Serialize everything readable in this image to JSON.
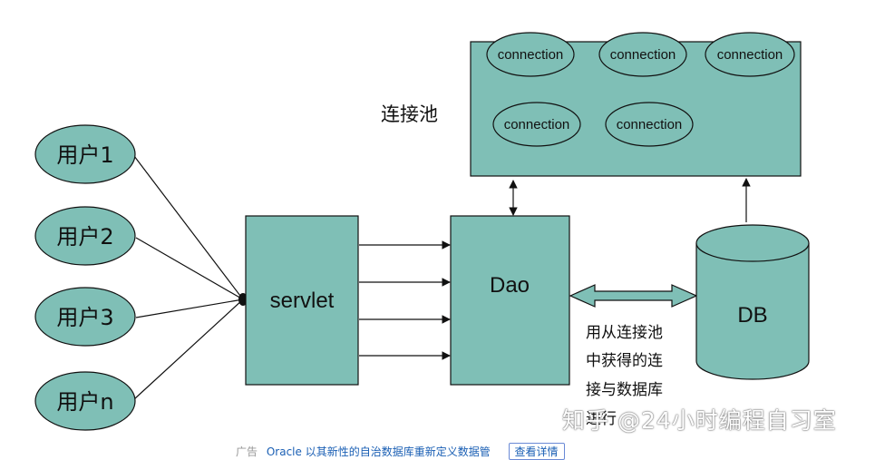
{
  "colors": {
    "fill": "#7fbfb6",
    "stroke": "#111111",
    "text": "#111111"
  },
  "users": [
    {
      "label": "用户1"
    },
    {
      "label": "用户2"
    },
    {
      "label": "用户3"
    },
    {
      "label": "用户n"
    }
  ],
  "servlet": {
    "label": "servlet"
  },
  "dao": {
    "label": "Dao"
  },
  "db": {
    "label": "DB"
  },
  "pool": {
    "label": "连接池",
    "connections": [
      "connection",
      "connection",
      "connection",
      "connection",
      "connection"
    ]
  },
  "caption": {
    "lines": [
      "用从连接池",
      "中获得的连",
      "接与数据库",
      "进行"
    ]
  },
  "watermark": "知乎 @24小时编程自习室",
  "footer": {
    "tag": "广告",
    "link_text": "Oracle 以其新性的自治数据库重新定义数据管",
    "button": "查看详情"
  }
}
